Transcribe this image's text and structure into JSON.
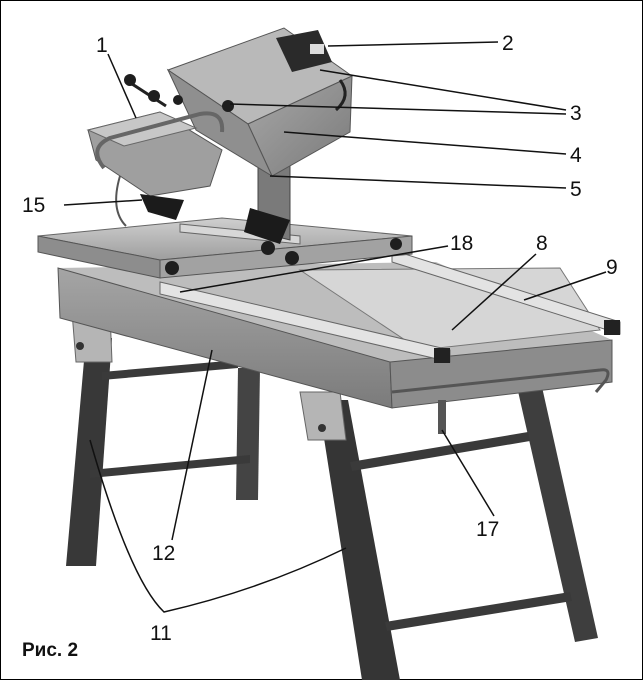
{
  "figure": {
    "caption": "Рис. 2",
    "callouts": [
      "1",
      "2",
      "3",
      "4",
      "5",
      "15",
      "18",
      "8",
      "9",
      "12",
      "17",
      "11"
    ]
  },
  "colors": {
    "metal_light": "#c9c9c9",
    "metal_mid": "#9a9a9a",
    "metal_dark": "#5c5c5c",
    "leg": "#3a3a3a",
    "ink": "#111111"
  }
}
